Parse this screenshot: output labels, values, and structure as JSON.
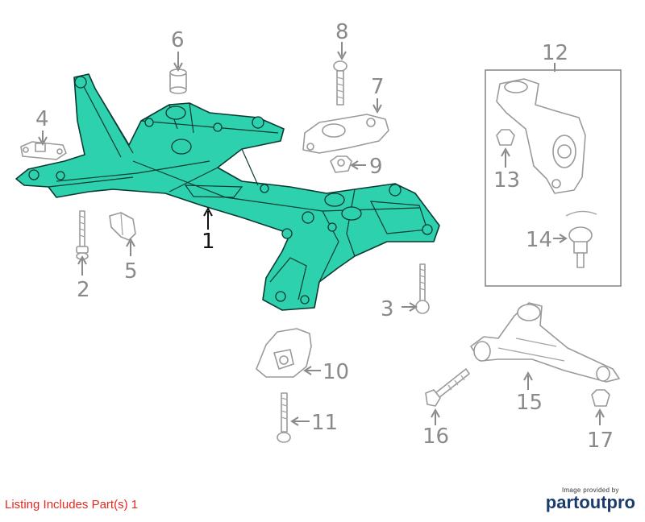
{
  "diagram": {
    "main_part_color": "#2dd1ad",
    "main_callout": "1",
    "callouts": [
      "2",
      "3",
      "4",
      "5",
      "6",
      "7",
      "8",
      "9",
      "10",
      "11",
      "12",
      "13",
      "14",
      "15",
      "16",
      "17"
    ]
  },
  "footer": {
    "listing_note": "Listing Includes Part(s) 1",
    "brand_caption": "Image provided by",
    "brand_name": "partoutpro"
  }
}
